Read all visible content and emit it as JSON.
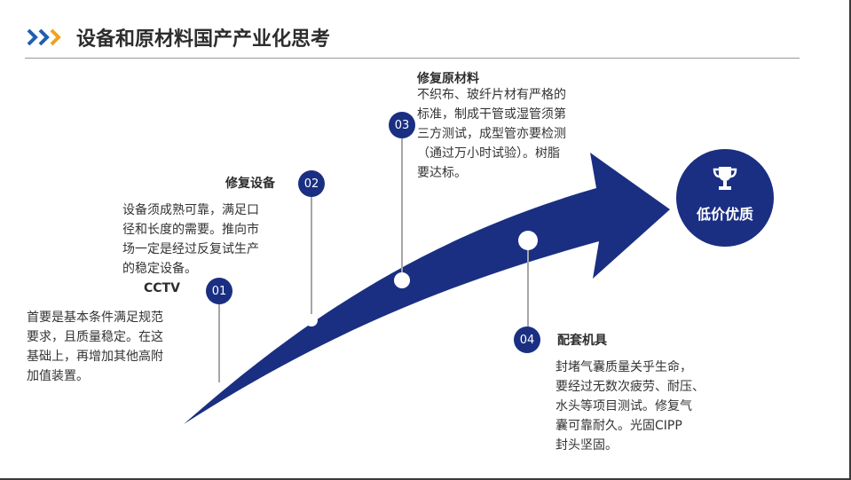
{
  "header": {
    "title": "设备和原材料国产产业化思考"
  },
  "steps": [
    {
      "number": "01",
      "title": "CCTV",
      "description": [
        "首要是基本条件满足规范",
        "要求，且质量稳定。在这",
        "基础上，再增加其他高附",
        "加值装置。"
      ]
    },
    {
      "number": "02",
      "title": "修复设备",
      "description": [
        "设备须成熟可靠，满足口",
        "径和长度的需要。推向市",
        "场一定是经过反复试生产",
        "的稳定设备。"
      ]
    },
    {
      "number": "03",
      "title": "修复原材料",
      "description": [
        "不织布、玻纤片材有严格的",
        "标准，制成干管或湿管须第",
        "三方测试，成型管亦要检测",
        "（通过万小时试验）。树脂",
        "要达标。"
      ]
    },
    {
      "number": "04",
      "title": "配套机具",
      "description": [
        "封堵气囊质量关乎生命，",
        "要经过无数次疲劳、耐压、",
        "水头等项目测试。修复气",
        "囊可靠耐久。光固CIPP",
        "封头坚固。"
      ]
    }
  ],
  "goal": {
    "label": "低价优质",
    "icon": "trophy-icon"
  },
  "colors": {
    "primary": "#1a2f82",
    "accent": "#f0a21c",
    "chevron_blue": "#1f5fae",
    "text": "#333333"
  }
}
